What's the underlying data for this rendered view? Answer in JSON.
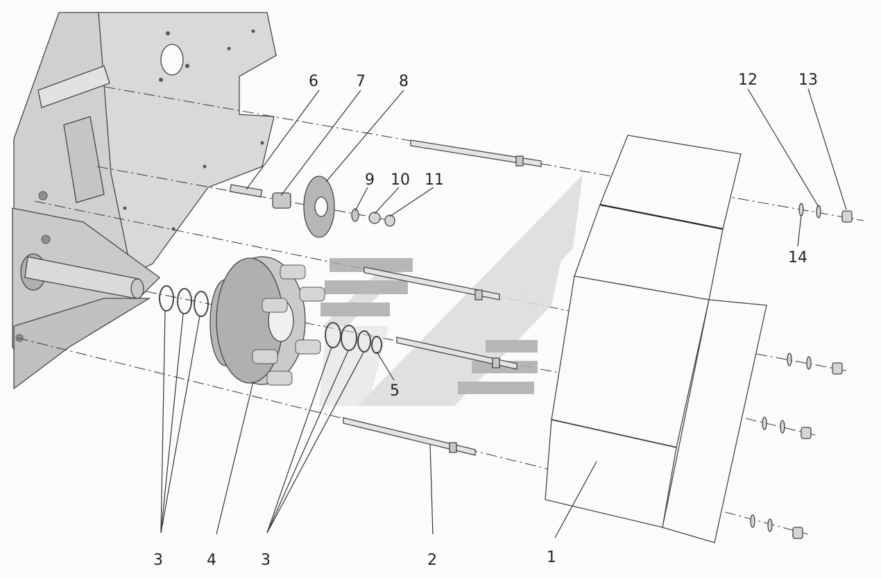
{
  "diagram": {
    "callouts": [
      "1",
      "2",
      "3",
      "4",
      "3",
      "5",
      "6",
      "7",
      "8",
      "9",
      "10",
      "11",
      "12",
      "13",
      "14"
    ]
  },
  "colors": {
    "frame": "#d3d5d3",
    "frame_dark": "#b9bcba",
    "hub": "#c9cbc9",
    "hub_dark": "#9ea19f",
    "watermark_light": "#d9dddc",
    "watermark_dark": "#a9acab",
    "line": "#444444",
    "background": "#fbfbf9"
  }
}
